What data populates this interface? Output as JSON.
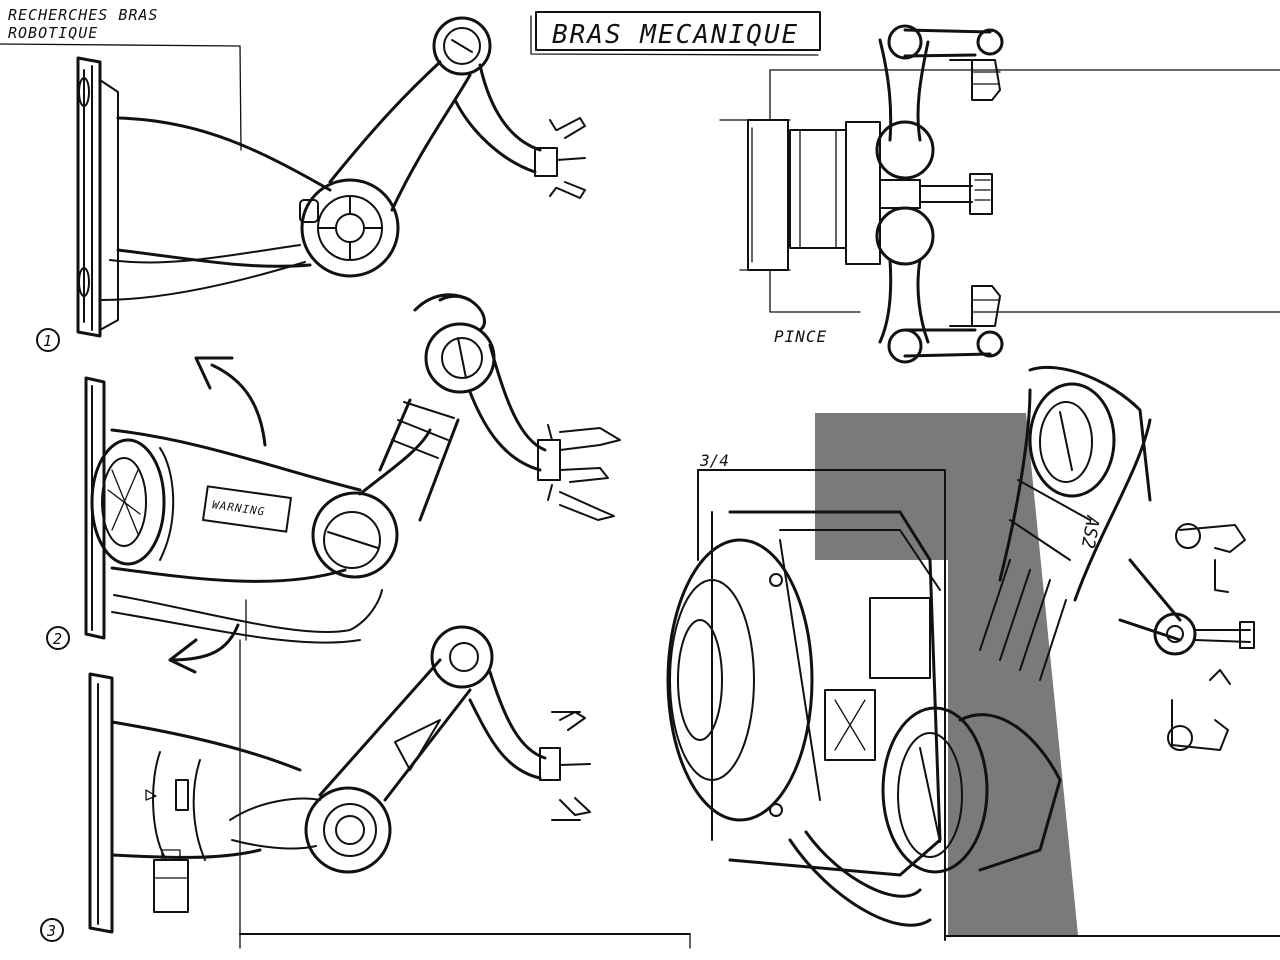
{
  "sheet": {
    "header_note": [
      "RECHERCHES BRAS",
      "ROBOTIQUE"
    ],
    "title": "BRAS MECANIQUE",
    "pince_label": "PINCE",
    "view_label": "3/4",
    "step_numbers": [
      "1",
      "2",
      "3"
    ],
    "warning_label": "WARNING",
    "arm_mark": "AS2"
  }
}
